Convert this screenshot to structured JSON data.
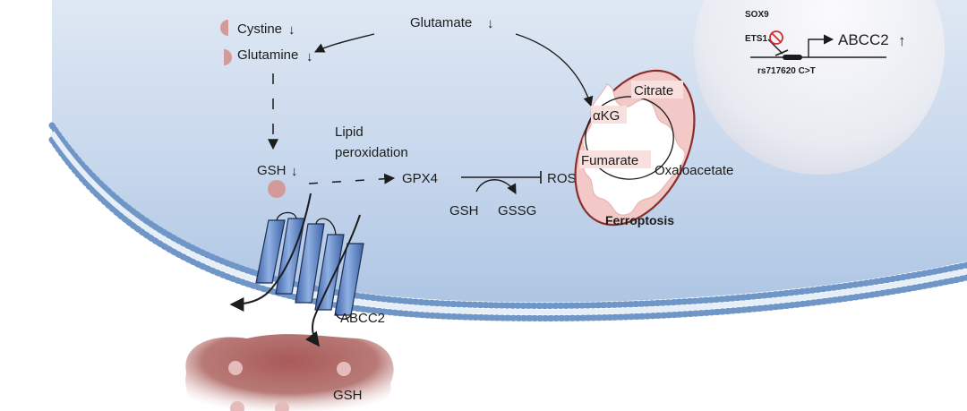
{
  "labels": {
    "cystine": "Cystine",
    "glutamine": "Glutamine",
    "glutamate": "Glutamate",
    "down_arrow": "↓",
    "up_arrow": "↑",
    "gsh": "GSH",
    "lipid_peroxidation_line1": "Lipid",
    "lipid_peroxidation_line2": "peroxidation",
    "gpx4": "GPX4",
    "ros": "ROS",
    "gsh_small": "GSH",
    "gssg": "GSSG",
    "citrate": "Citrate",
    "akg": "αKG",
    "fumarate": "Fumarate",
    "oxaloacetate": "Oxaloacetate",
    "ferroptosis": "Ferroptosis",
    "abcc2": "ABCC2",
    "gsh_extracellular": "GSH"
  },
  "nucleus": {
    "sox9": "SOX9",
    "ets1": "ETS1",
    "gene": "ABCC2",
    "snp": "rs717620 C>T"
  },
  "colors": {
    "cell_fill": "#c4d6ec",
    "membrane_bead": "#6f96c6",
    "nucleus_fill": "#e8ebf3",
    "mito_outline": "#8a2e2e",
    "mito_fill": "#f2c9c6",
    "transporter": "#5b82c4",
    "extracellular_blob": "#8b3d3a",
    "dot_pink": "#d39a9a",
    "inhibit_red": "#d32d2d"
  }
}
